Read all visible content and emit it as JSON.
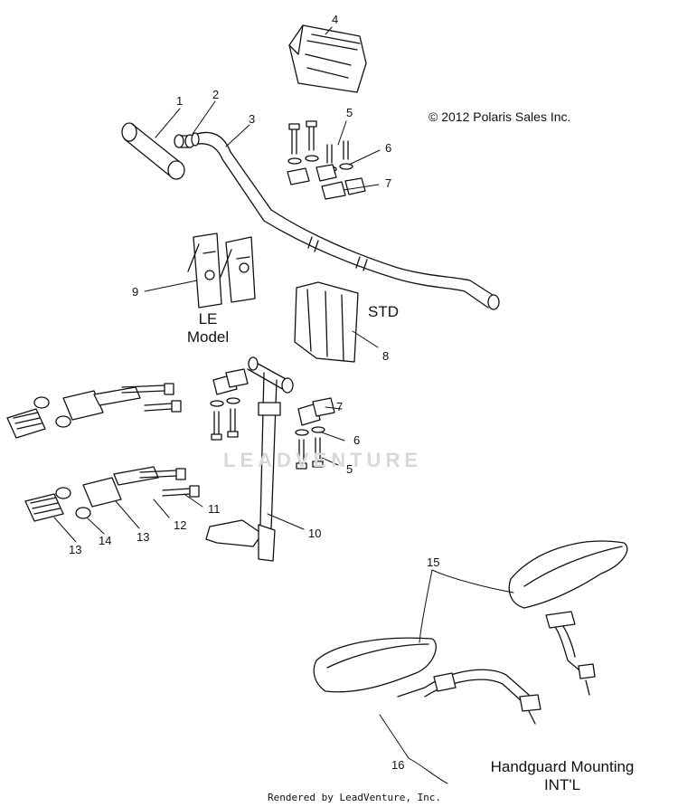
{
  "copyright": "© 2012 Polaris Sales Inc.",
  "labels": {
    "le_line1": "LE",
    "le_line2": "Model",
    "std": "STD",
    "handguard_line1": "Handguard Mounting",
    "handguard_line2": "INT'L"
  },
  "callouts": {
    "c1": "1",
    "c2": "2",
    "c3": "3",
    "c4": "4",
    "c5a": "5",
    "c6a": "6",
    "c7a": "7",
    "c8": "8",
    "c9": "9",
    "c7b": "7",
    "c6b": "6",
    "c5b": "5",
    "c11": "11",
    "c12": "12",
    "c10": "10",
    "c13a": "13",
    "c14": "14",
    "c13b": "13",
    "c15": "15",
    "c16": "16"
  },
  "watermark": "LEADVENTURE",
  "footer": "Rendered by LeadVenture, Inc."
}
